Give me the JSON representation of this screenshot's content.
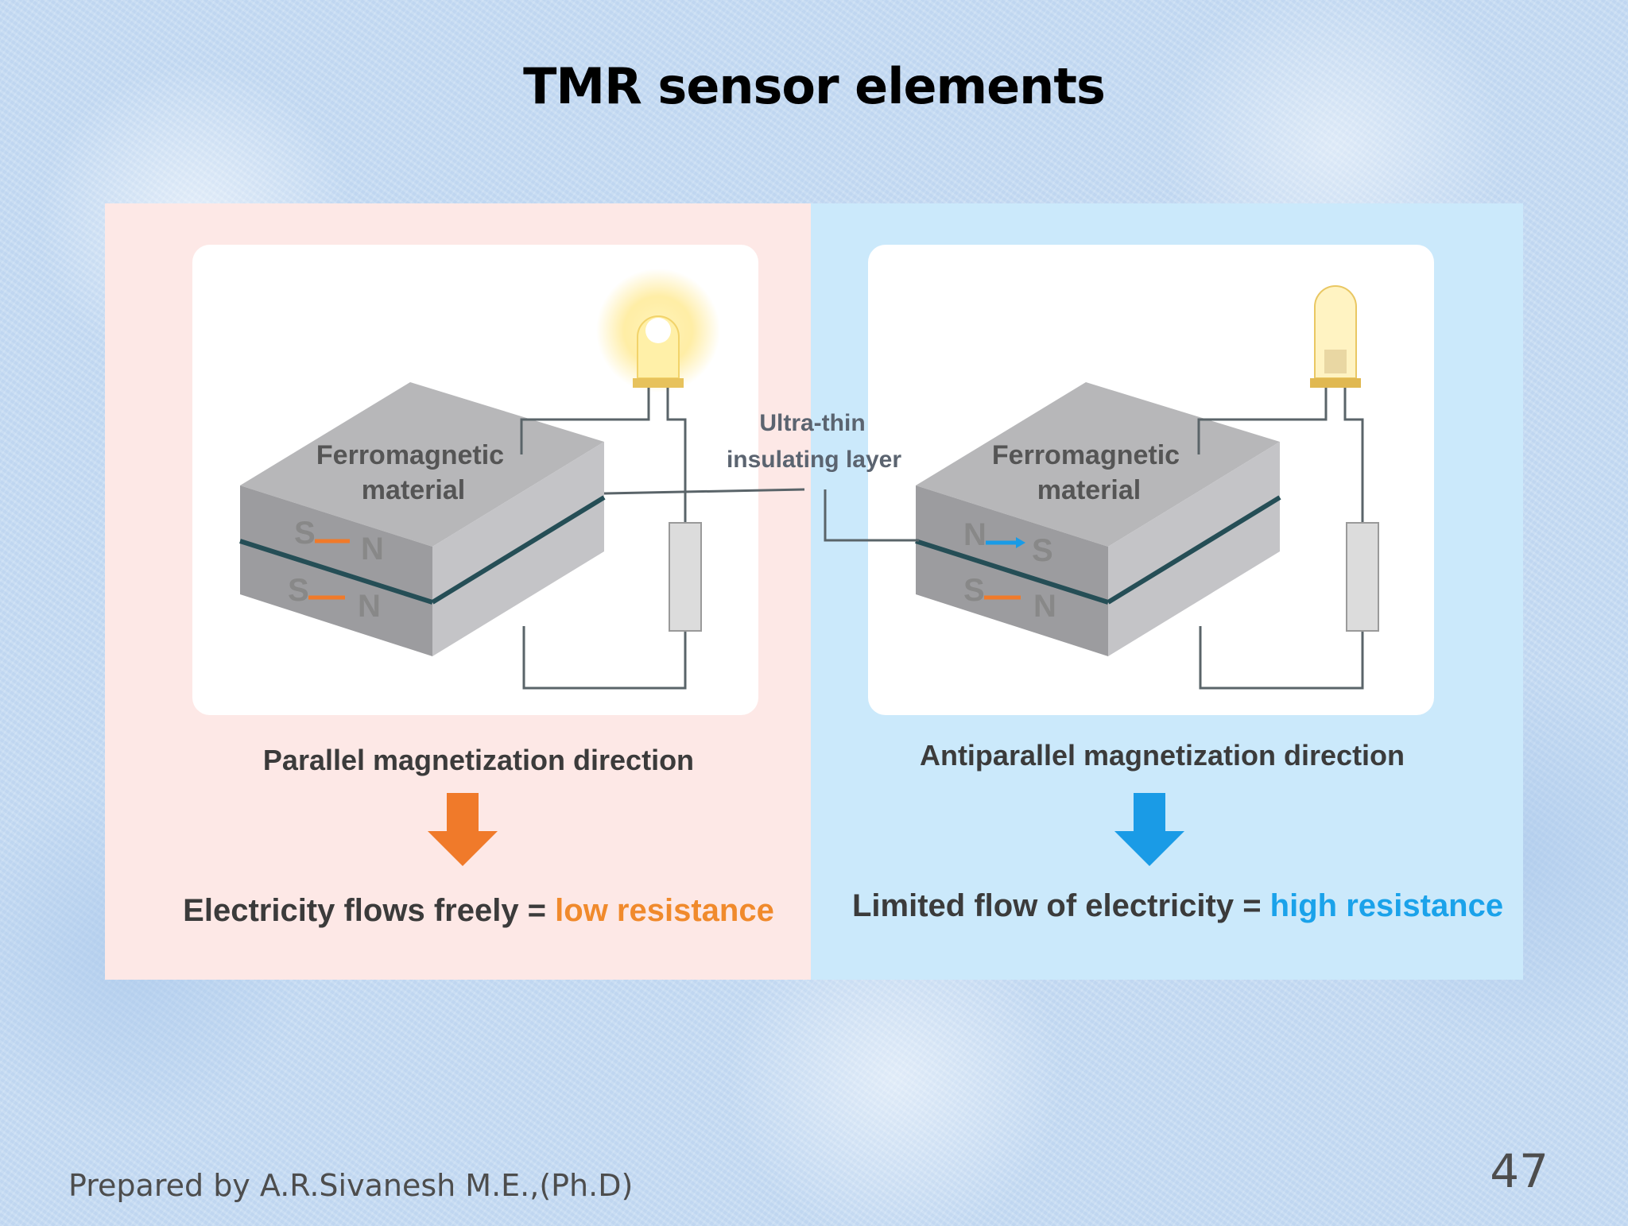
{
  "slide": {
    "title": "TMR sensor elements",
    "footer": "Prepared by A.R.Sivanesh M.E.,(Ph.D)",
    "page_number": "47"
  },
  "diagram": {
    "shared_label_line1": "Ultra-thin",
    "shared_label_line2": "insulating layer",
    "left": {
      "block_label_line1": "Ferromagnetic",
      "block_label_line2": "material",
      "top_layer_poles": [
        "S",
        "N"
      ],
      "bottom_layer_poles": [
        "S",
        "N"
      ],
      "caption": "Parallel magnetization direction",
      "result_prefix": "Electricity flows freely = ",
      "result_highlight": "low resistance",
      "panel_color": "#fde8e6",
      "accent_color": "#f07a2a"
    },
    "right": {
      "block_label_line1": "Ferromagnetic",
      "block_label_line2": "material",
      "top_layer_poles": [
        "N",
        "S"
      ],
      "bottom_layer_poles": [
        "S",
        "N"
      ],
      "caption": "Antiparallel magnetization direction",
      "result_prefix": "Limited flow of electricity = ",
      "result_highlight": "high resistance",
      "panel_color": "#cbe9fb",
      "accent_color": "#1a9be6"
    }
  }
}
